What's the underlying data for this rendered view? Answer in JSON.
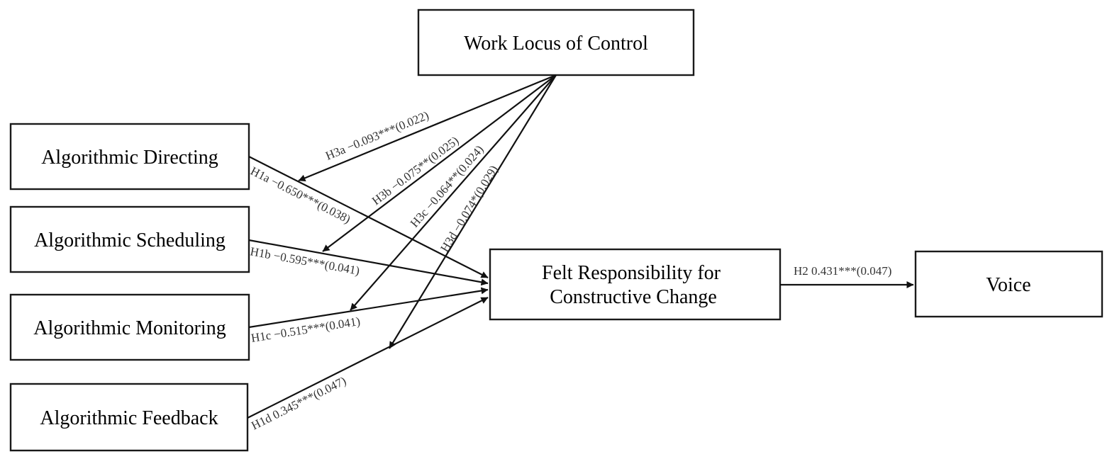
{
  "diagram": {
    "nodes": {
      "work_locus": {
        "lines": [
          "Work Locus of Control"
        ]
      },
      "directing": {
        "lines": [
          "Algorithmic Directing"
        ]
      },
      "scheduling": {
        "lines": [
          "Algorithmic Scheduling"
        ]
      },
      "monitoring": {
        "lines": [
          "Algorithmic Monitoring"
        ]
      },
      "feedback": {
        "lines": [
          "Algorithmic Feedback"
        ]
      },
      "felt_responsibility": {
        "lines": [
          "Felt Responsibility for",
          "Constructive Change"
        ]
      },
      "voice": {
        "lines": [
          "Voice"
        ]
      }
    },
    "edges": {
      "h1a": {
        "from": "Algorithmic Directing",
        "to": "Felt Responsibility for Constructive Change",
        "label": "H1a −0.650***(0.038)"
      },
      "h1b": {
        "from": "Algorithmic Scheduling",
        "to": "Felt Responsibility for Constructive Change",
        "label": "H1b −0.595***(0.041)"
      },
      "h1c": {
        "from": "Algorithmic Monitoring",
        "to": "Felt Responsibility for Constructive Change",
        "label": "H1c −0.515***(0.041)"
      },
      "h1d": {
        "from": "Algorithmic Feedback",
        "to": "Felt Responsibility for Constructive Change",
        "label": "H1d 0.345***(0.047)"
      },
      "h2": {
        "from": "Felt Responsibility for Constructive Change",
        "to": "Voice",
        "label": "H2 0.431***(0.047)"
      },
      "h3a": {
        "from": "Work Locus of Control",
        "to": "H1a",
        "label": "H3a −0.093***(0.022)"
      },
      "h3b": {
        "from": "Work Locus of Control",
        "to": "H1b",
        "label": "H3b −0.075**(0.025)"
      },
      "h3c": {
        "from": "Work Locus of Control",
        "to": "H1c",
        "label": "H3c −0.064**(0.024)"
      },
      "h3d": {
        "from": "Work Locus of Control",
        "to": "H1d",
        "label": "H3d −0.074*(0.029)"
      }
    }
  }
}
